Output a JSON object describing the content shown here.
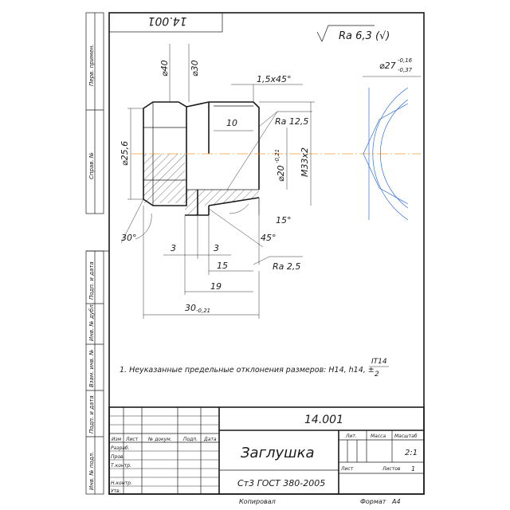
{
  "frame": {
    "top_box_number": "14.001",
    "side_labels": {
      "perv_primen": "Перв. примен.",
      "sprav_no": "Справ. №",
      "podp_data_1": "Подп. и дата",
      "inv_dubl": "Инв. № дубл.",
      "vzam_inv": "Взам. инв. №",
      "podp_data_2": "Подп. и дата",
      "inv_podl": "Инв. № подл."
    }
  },
  "drawing": {
    "surface_roughness_general": "Ra 6,3 (√)",
    "diameters": {
      "d40": "⌀40",
      "d30": "⌀30",
      "d25_6": "⌀25,6",
      "d20": "⌀20",
      "d20_tol": "-0,21",
      "d27": "⌀27",
      "d27_tol_upper": "-0,16",
      "d27_tol_lower": "-0,37"
    },
    "chamfer": "1,5x45°",
    "thread": "M33x2",
    "dims": {
      "d10": "10",
      "d3_left": "3",
      "d3_right": "3",
      "d15": "15",
      "d19": "19",
      "d30": "30",
      "d30_tol": "-0,21"
    },
    "roughness_labels": {
      "ra12_5": "Ra 12,5",
      "ra2_5": "Ra 2,5"
    },
    "angles": {
      "a15": "15°",
      "a45": "45°",
      "a30": "30°"
    },
    "note": "1. Неуказанные предельные отклонения размеров: H14, h14, ±",
    "note_fraction_num": "IT14",
    "note_fraction_den": "2"
  },
  "title_block": {
    "doc_number": "14.001",
    "part_name": "Заглушка",
    "material": "Ст3 ГОСТ 380-2005",
    "col_headers": {
      "izm": "Изм",
      "list": "Лист",
      "n_dokum": "№ докум.",
      "podp": "Подп.",
      "data": "Дата"
    },
    "role_labels": {
      "razrab": "Разраб.",
      "prov": "Пров.",
      "t_kontr": "Т.контр.",
      "n_kontr": "Н.контр.",
      "utv": "Утв."
    },
    "lit_label": "Лит.",
    "massa_label": "Масса",
    "masshtab_label": "Масштаб",
    "scale_value": "2:1",
    "list_label": "Лист",
    "listov_label": "Листов",
    "listov_value": "1"
  },
  "footer": {
    "kopiroval": "Копировал",
    "format_label": "Формат",
    "format_value": "A4"
  }
}
